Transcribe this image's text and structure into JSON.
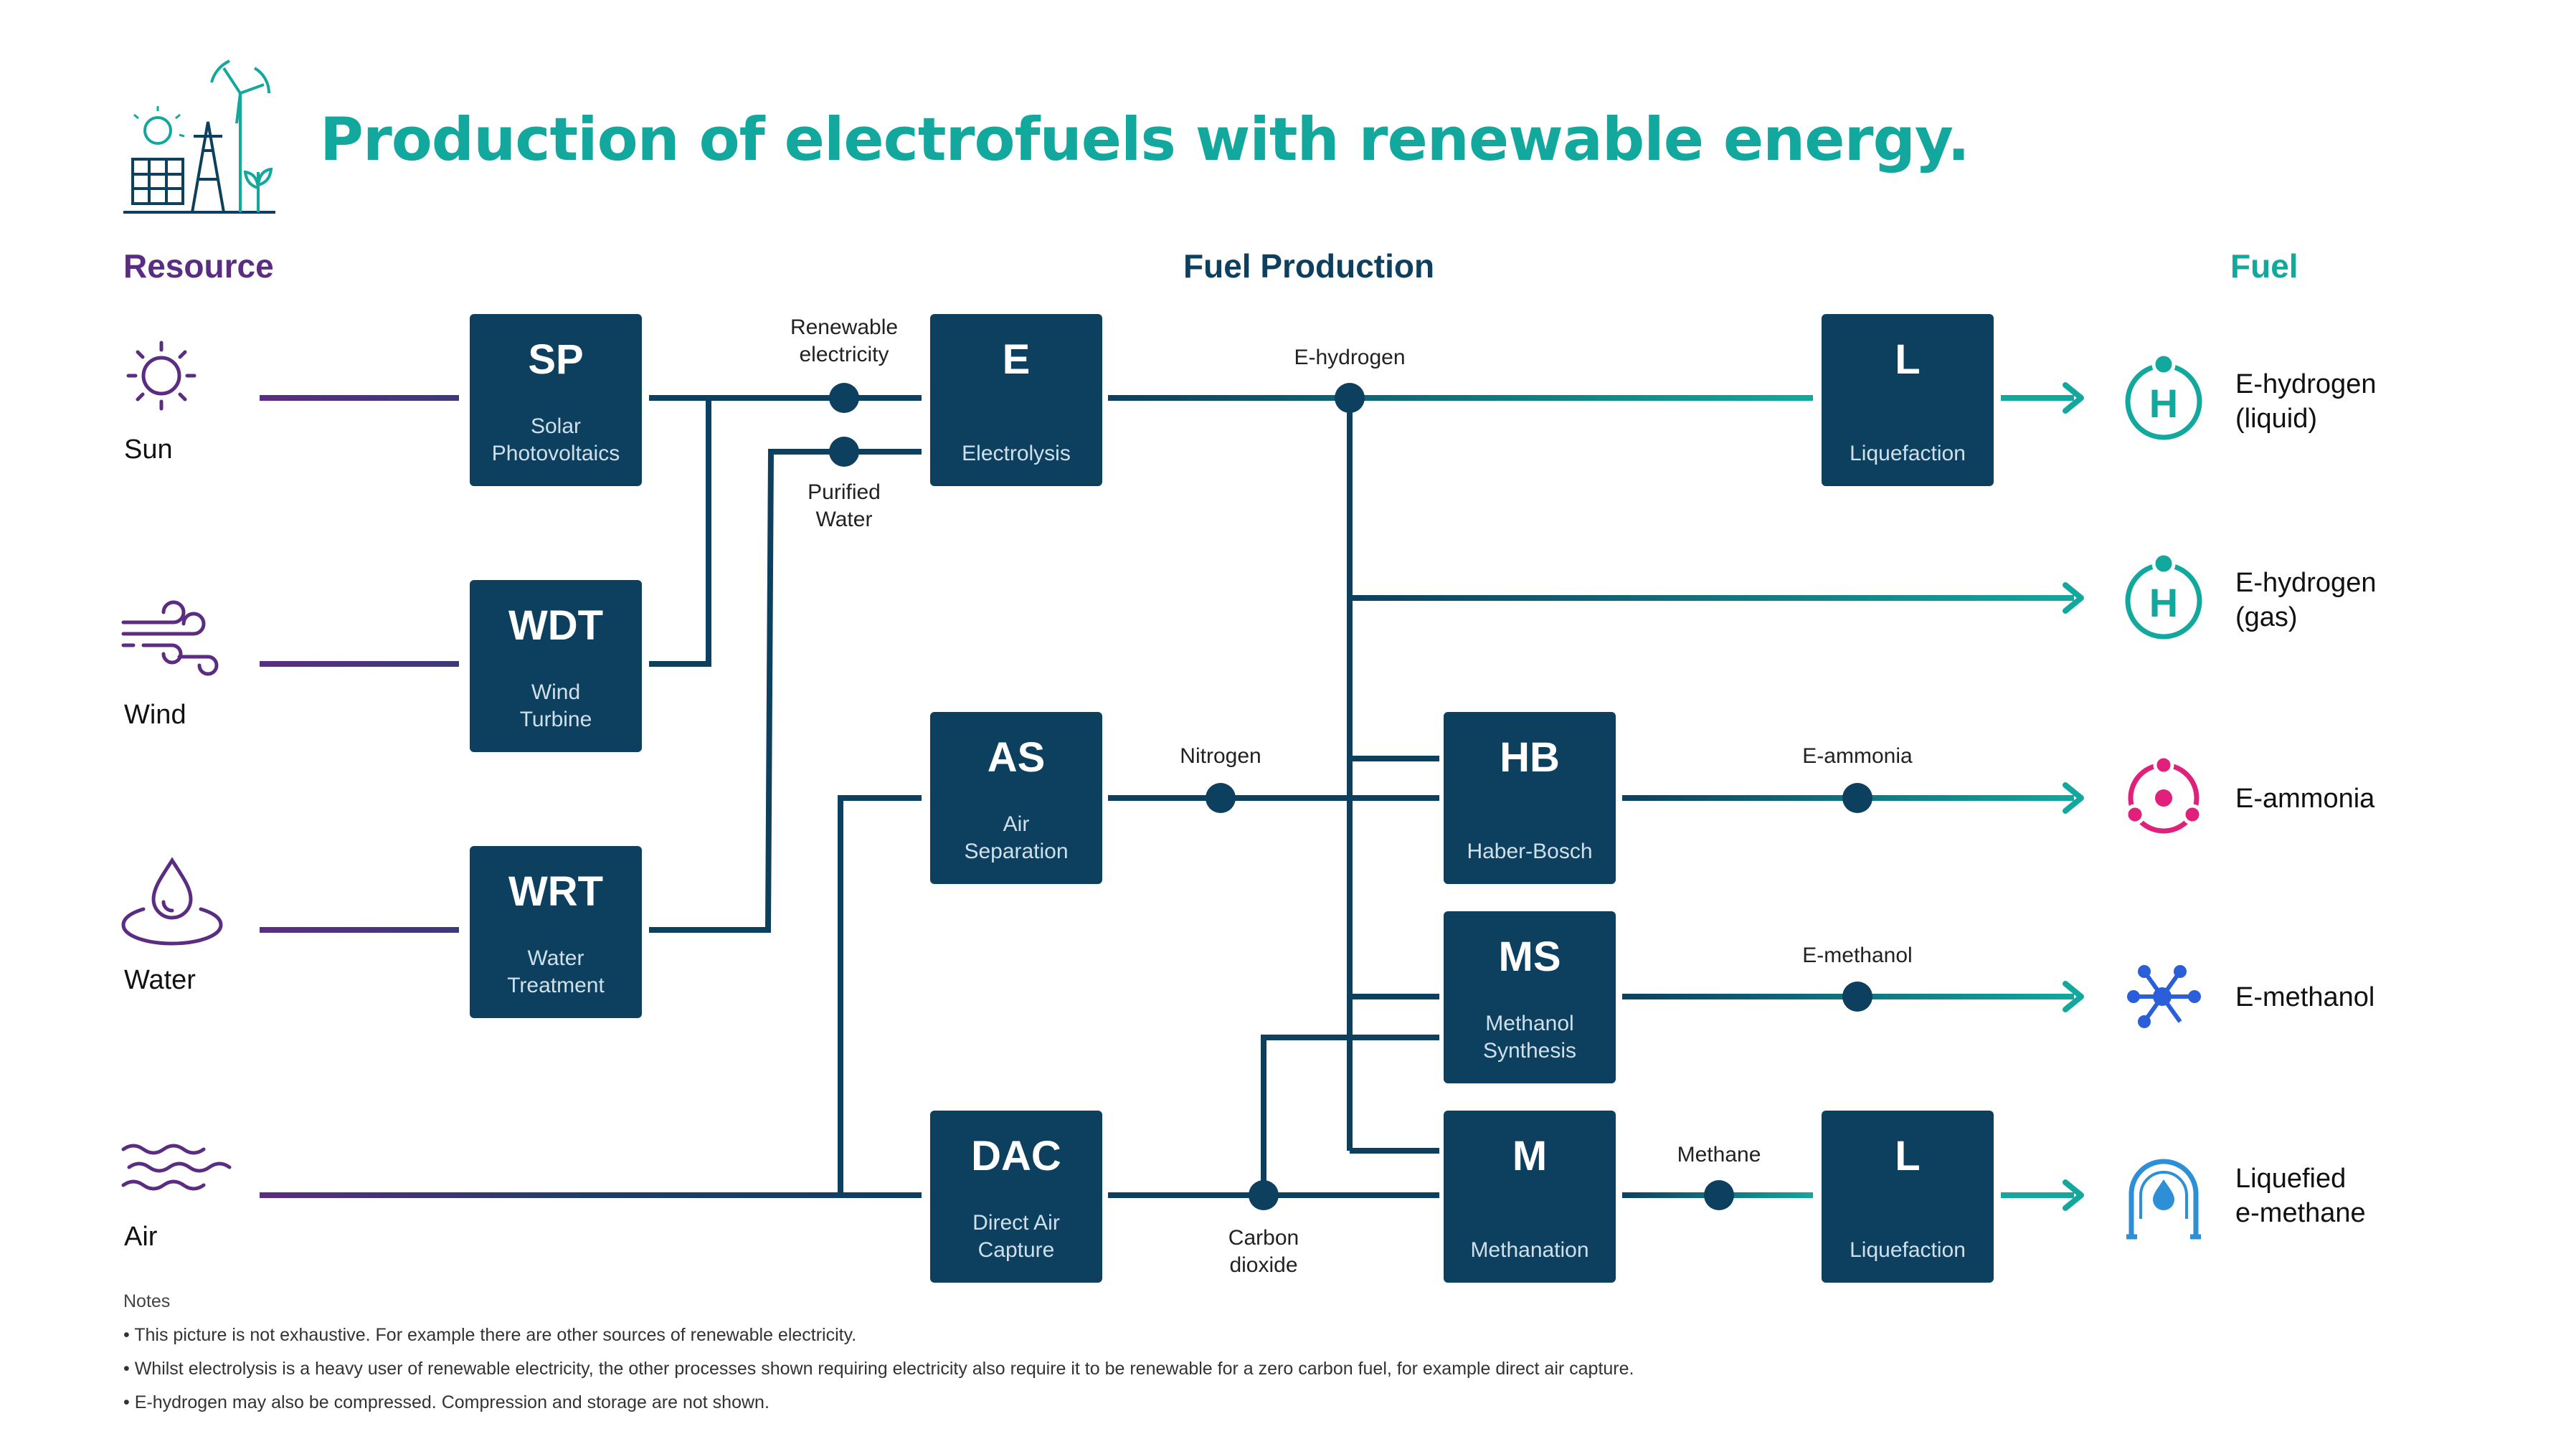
{
  "title": "Production of electrofuels with renewable energy.",
  "columns": {
    "resource": "Resource",
    "production": "Fuel Production",
    "fuel": "Fuel"
  },
  "resources": [
    {
      "label": "Sun",
      "icon": "sun-icon"
    },
    {
      "label": "Wind",
      "icon": "wind-icon"
    },
    {
      "label": "Water",
      "icon": "water-drop-icon"
    },
    {
      "label": "Air",
      "icon": "air-waves-icon"
    }
  ],
  "boxes": {
    "sp": {
      "abbr": "SP",
      "full": "Solar\nPhotovoltaics"
    },
    "wdt": {
      "abbr": "WDT",
      "full": "Wind\nTurbine"
    },
    "wrt": {
      "abbr": "WRT",
      "full": "Water\nTreatment"
    },
    "e": {
      "abbr": "E",
      "full": "Electrolysis"
    },
    "as": {
      "abbr": "AS",
      "full": "Air\nSeparation"
    },
    "dac": {
      "abbr": "DAC",
      "full": "Direct Air\nCapture"
    },
    "hb": {
      "abbr": "HB",
      "full": "Haber-Bosch"
    },
    "ms": {
      "abbr": "MS",
      "full": "Methanol\nSynthesis"
    },
    "m": {
      "abbr": "M",
      "full": "Methanation"
    },
    "l1": {
      "abbr": "L",
      "full": "Liquefaction"
    },
    "l2": {
      "abbr": "L",
      "full": "Liquefaction"
    }
  },
  "node_labels": {
    "renewable": "Renewable\nelectricity",
    "purified": "Purified\nWater",
    "ehydrogen": "E-hydrogen",
    "nitrogen": "Nitrogen",
    "eammonia": "E-ammonia",
    "emethanol": "E-methanol",
    "co2": "Carbon\ndioxide",
    "methane": "Methane"
  },
  "fuels": [
    {
      "label": "E-hydrogen\n(liquid)",
      "icon": "hydrogen-icon"
    },
    {
      "label": "E-hydrogen\n(gas)",
      "icon": "hydrogen-icon"
    },
    {
      "label": "E-ammonia",
      "icon": "ammonia-icon"
    },
    {
      "label": "E-methanol",
      "icon": "methanol-icon"
    },
    {
      "label": "Liquefied\ne-methane",
      "icon": "methane-tank-icon"
    }
  ],
  "notes": {
    "heading": "Notes",
    "items": [
      "This picture is not exhaustive. For example there are other sources of renewable electricity.",
      "Whilst electrolysis is a heavy user of renewable electricity, the other processes shown requiring electricity also require it to be renewable for a zero carbon fuel, for example direct air capture.",
      "E-hydrogen may also be compressed. Compression and storage are not shown."
    ]
  },
  "colors": {
    "teal": "#13a89e",
    "purple": "#5b2d82",
    "navy": "#0d3f5e",
    "pink": "#e0207a",
    "blue": "#2b5fd9",
    "sky": "#2d8fd5"
  }
}
